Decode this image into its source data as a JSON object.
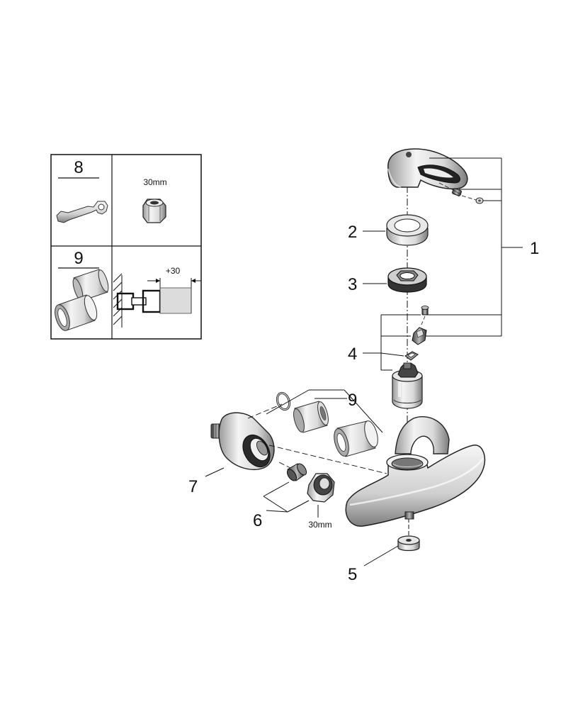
{
  "table": {
    "cell_8": {
      "number": "8",
      "icon": "wrench-icon"
    },
    "cell_8_nut": {
      "size": "30mm",
      "icon": "hex-nut-icon"
    },
    "cell_9": {
      "number": "9",
      "icon": "extension-sleeve-icon"
    },
    "cell_9_wall": {
      "extension": "+30",
      "icon": "wall-extension-icon"
    }
  },
  "callouts": {
    "c1": "1",
    "c2": "2",
    "c3": "3",
    "c4": "4",
    "c5": "5",
    "c6": "6",
    "c7": "7",
    "c9": "9"
  },
  "labels": {
    "nut_size": "30mm"
  },
  "colors": {
    "line": "#111111",
    "metal_light": "#f2f2f2",
    "metal_mid": "#cfcfcf",
    "metal_dark": "#8a8a8a",
    "shadow": "#555555"
  }
}
